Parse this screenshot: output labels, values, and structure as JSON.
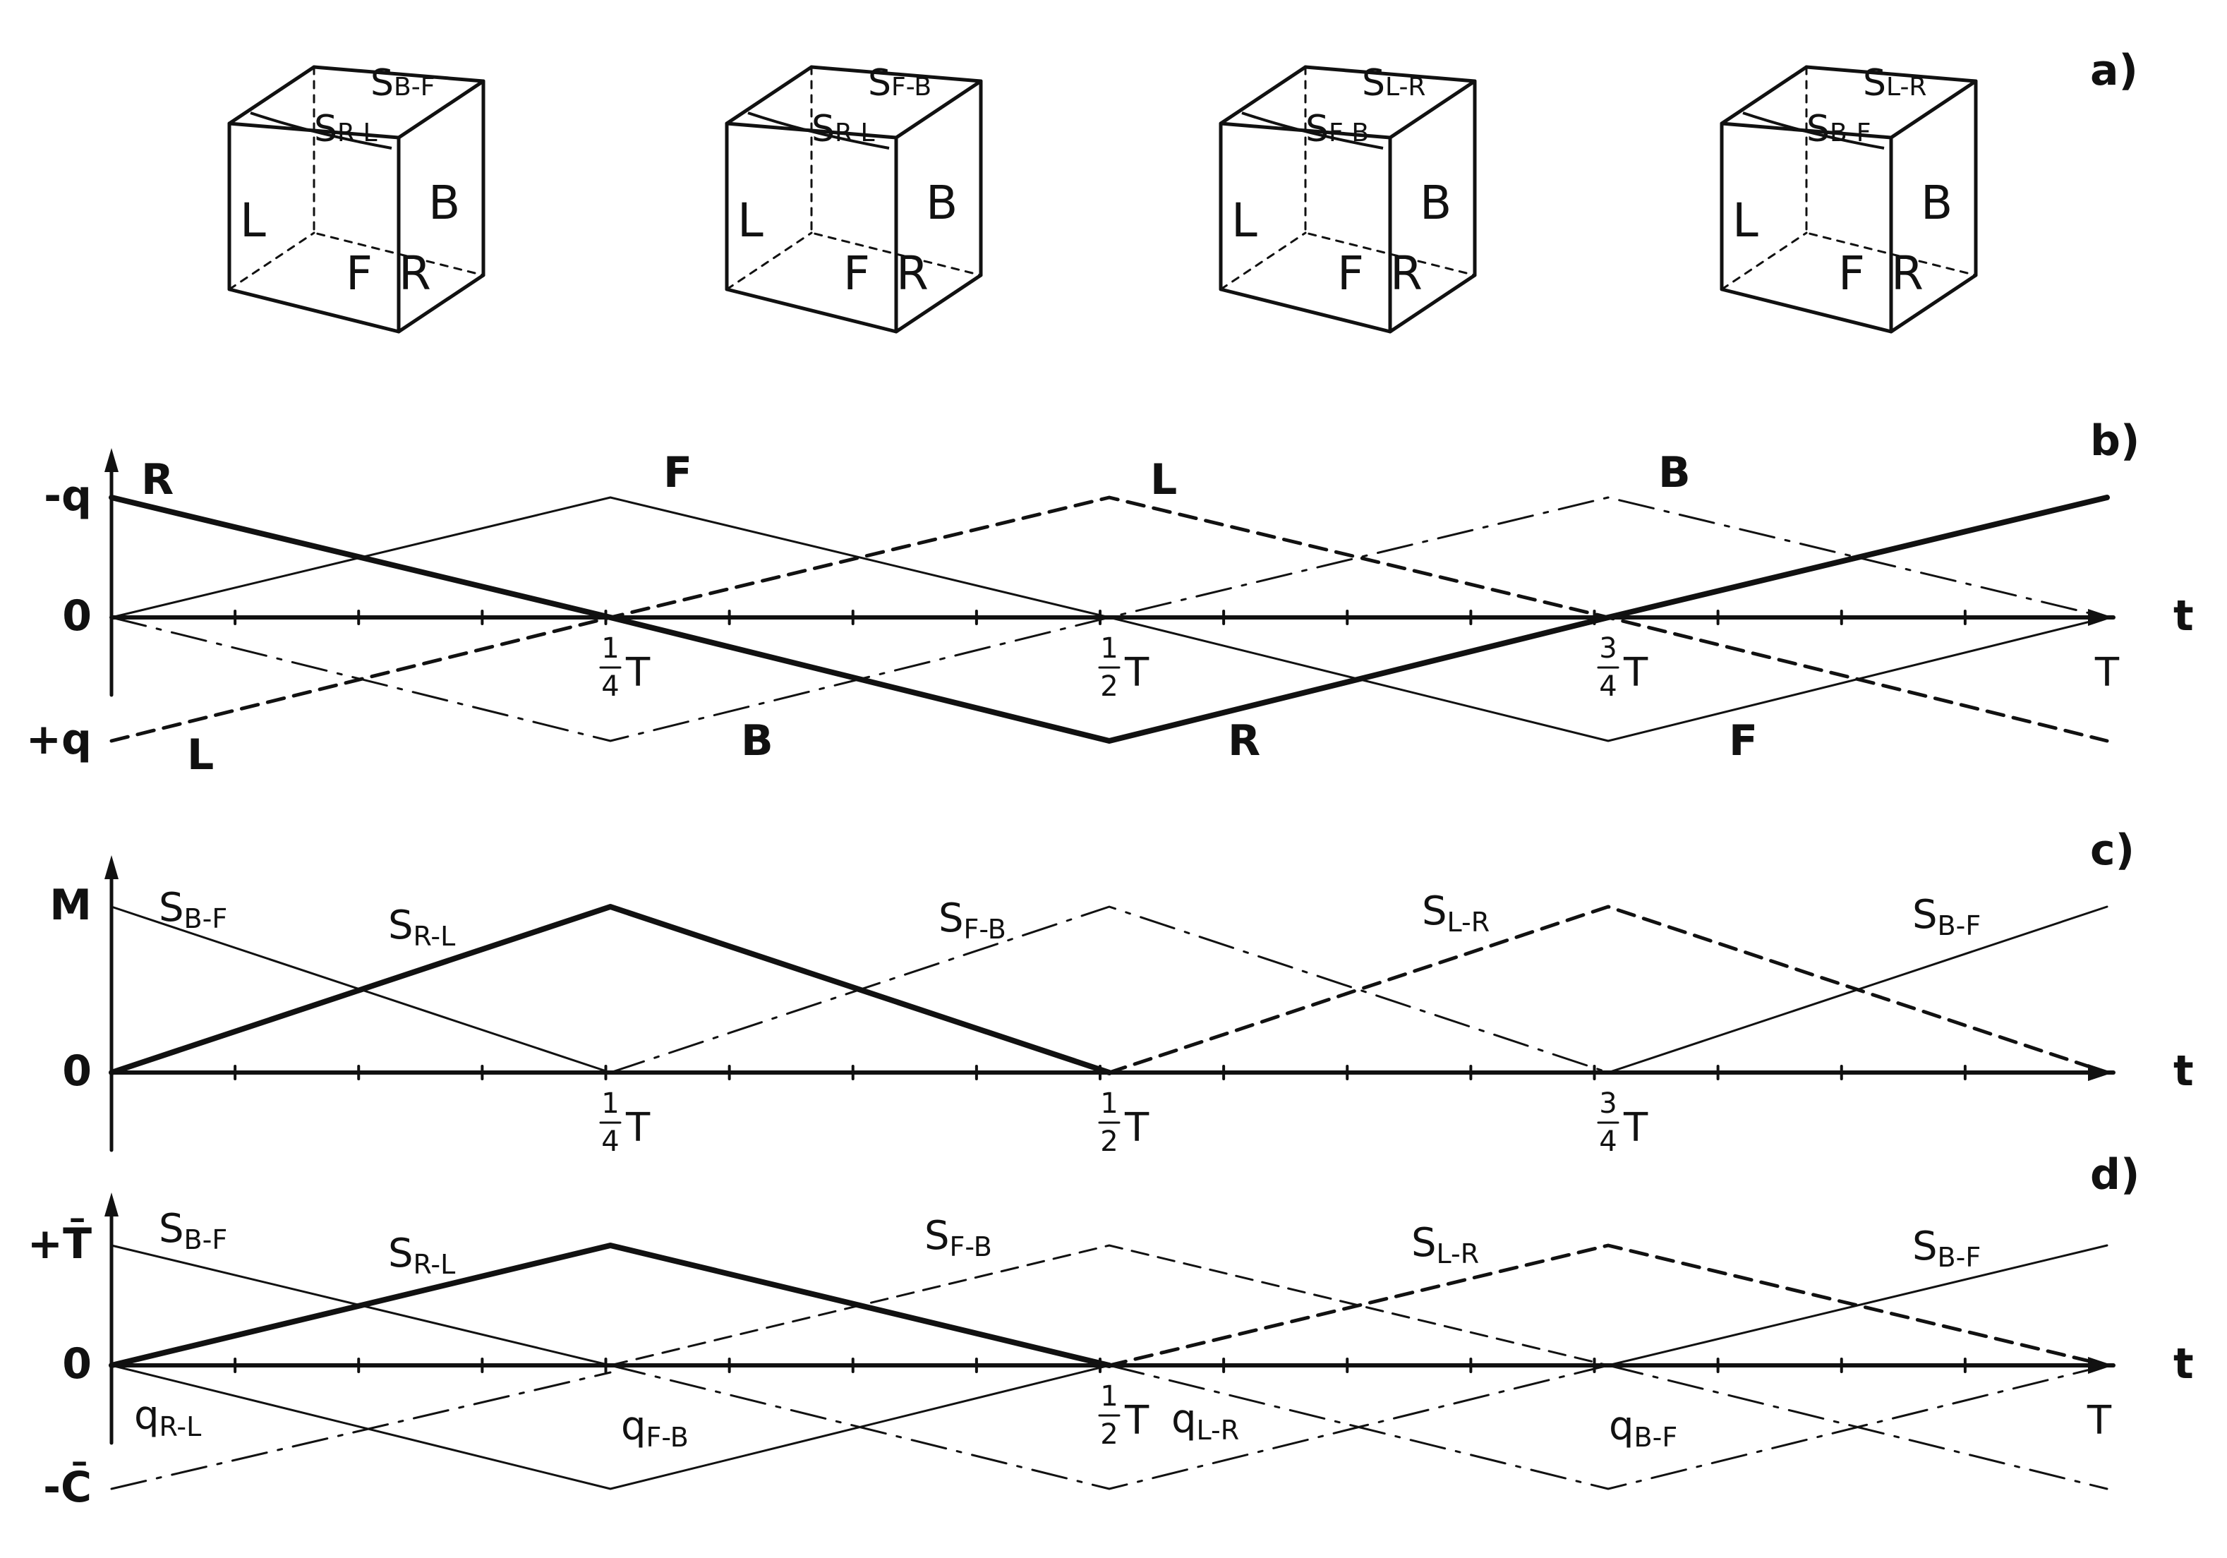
{
  "panels": {
    "a": {
      "label": "a)",
      "cubes": [
        {
          "faces": [
            "L",
            "F",
            "R",
            "B"
          ],
          "upper": {
            "main": "S",
            "sub": "B-F"
          },
          "lower": {
            "main": "S",
            "sub": "R-L"
          }
        },
        {
          "faces": [
            "L",
            "F",
            "R",
            "B"
          ],
          "upper": {
            "main": "S",
            "sub": "F-B"
          },
          "lower": {
            "main": "S",
            "sub": "R-L"
          }
        },
        {
          "faces": [
            "L",
            "F",
            "R",
            "B"
          ],
          "upper": {
            "main": "S",
            "sub": "L-R"
          },
          "lower": {
            "main": "S",
            "sub": "F-B"
          }
        },
        {
          "faces": [
            "L",
            "F",
            "R",
            "B"
          ],
          "upper": {
            "main": "S",
            "sub": "L-R"
          },
          "lower": {
            "main": "S",
            "sub": "B-F"
          }
        }
      ]
    },
    "b": {
      "label": "b)",
      "y_labels": [
        "-q",
        "0",
        "+q"
      ],
      "x_axis_label": "t",
      "ticks": [
        {
          "num": "1",
          "den": "4",
          "sym": "T"
        },
        {
          "num": "1",
          "den": "2",
          "sym": "T"
        },
        {
          "num": "3",
          "den": "4",
          "sym": "T"
        },
        {
          "num": "",
          "den": "",
          "sym": "T"
        }
      ],
      "curve_labels": [
        "R",
        "F",
        "L",
        "B",
        "L",
        "B",
        "R",
        "F"
      ]
    },
    "c": {
      "label": "c)",
      "y_labels": [
        "M",
        "0"
      ],
      "x_axis_label": "t",
      "ticks": [
        {
          "num": "1",
          "den": "4",
          "sym": "T"
        },
        {
          "num": "1",
          "den": "2",
          "sym": "T"
        },
        {
          "num": "3",
          "den": "4",
          "sym": "T"
        }
      ],
      "curve_labels": [
        {
          "main": "S",
          "sub": "B-F"
        },
        {
          "main": "S",
          "sub": "R-L"
        },
        {
          "main": "S",
          "sub": "F-B"
        },
        {
          "main": "S",
          "sub": "L-R"
        },
        {
          "main": "S",
          "sub": "B-F"
        }
      ]
    },
    "d": {
      "label": "d)",
      "y_labels": [
        "+T̄",
        "0",
        "-C̄"
      ],
      "x_axis_label": "t",
      "ticks": [
        {
          "num": "1",
          "den": "2",
          "sym": "T"
        },
        {
          "num": "",
          "den": "",
          "sym": "T"
        }
      ],
      "curve_labels_upper": [
        {
          "main": "S",
          "sub": "B-F"
        },
        {
          "main": "S",
          "sub": "R-L"
        },
        {
          "main": "S",
          "sub": "F-B"
        },
        {
          "main": "S",
          "sub": "L-R"
        },
        {
          "main": "S",
          "sub": "B-F"
        }
      ],
      "curve_labels_lower": [
        {
          "main": "q",
          "sub": "R-L"
        },
        {
          "main": "q",
          "sub": "F-B"
        },
        {
          "main": "q",
          "sub": "L-R"
        },
        {
          "main": "q",
          "sub": "B-F"
        }
      ]
    }
  },
  "series": {
    "b": {
      "R": [
        -1,
        0,
        1,
        0,
        -1
      ],
      "F": [
        0,
        -1,
        0,
        1,
        0
      ],
      "L": [
        1,
        0,
        -1,
        0,
        1
      ],
      "B": [
        0,
        1,
        0,
        -1,
        0
      ]
    },
    "c": {
      "S_B-F_start": [
        1,
        0,
        0,
        0,
        0
      ],
      "S_R-L": [
        0,
        1,
        0,
        0,
        0
      ],
      "S_F-B": [
        0,
        0,
        1,
        0,
        0
      ],
      "S_L-R": [
        0,
        0,
        0,
        1,
        0
      ],
      "S_B-F_end": [
        0,
        0,
        0,
        0,
        1
      ]
    },
    "d": {
      "S_B-F_start": [
        1,
        0,
        0,
        0,
        0
      ],
      "S_R-L": [
        0,
        1,
        0,
        0,
        0
      ],
      "S_F-B": [
        0,
        0,
        1,
        0,
        0
      ],
      "S_L-R": [
        0,
        0,
        0,
        1,
        0
      ],
      "S_B-F_end": [
        0,
        0,
        0,
        0,
        1
      ],
      "q_F-B": [
        0,
        -1,
        0,
        0,
        0
      ],
      "q_R-L": [
        -1,
        0,
        0,
        0,
        0
      ],
      "q_L-R": [
        0,
        0,
        -1,
        0,
        0
      ],
      "q_B-F": [
        0,
        0,
        0,
        -1,
        0
      ],
      "q_end": [
        0,
        0,
        0,
        0,
        -1
      ]
    }
  },
  "styles": {
    "ink": "#111111"
  }
}
